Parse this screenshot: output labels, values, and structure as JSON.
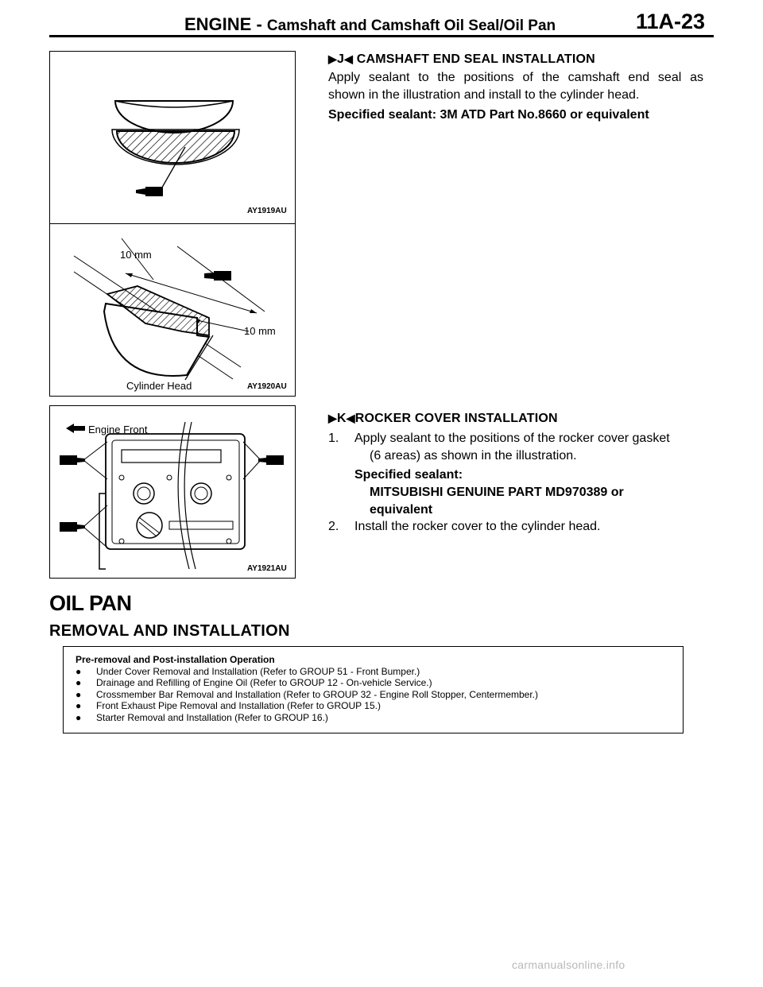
{
  "header": {
    "title_main": "ENGINE",
    "title_sep": " - ",
    "title_sub": "Camshaft and Camshaft Oil Seal/Oil Pan",
    "page_number": "11A-23"
  },
  "figures": {
    "fig1_code": "AY1919AU",
    "fig2_code": "AY1920AU",
    "fig2_dim_top": "10 mm",
    "fig2_dim_right": "10 mm",
    "fig2_label": "Cylinder Head",
    "fig3_code": "AY1921AU",
    "fig3_label": "Engine Front"
  },
  "section_j": {
    "marker": "J",
    "title": "CAMSHAFT END SEAL INSTALLATION",
    "line1": "Apply sealant to the positions of the camshaft end seal as",
    "line2": "shown in the illustration and install to the cylinder head.",
    "spec": "Specified sealant: 3M ATD Part No.8660 or equivalent"
  },
  "section_k": {
    "marker": "K",
    "title": "ROCKER COVER INSTALLATION",
    "step1_num": "1.",
    "step1_line1": "Apply sealant to the positions of the rocker cover gasket",
    "step1_line2": "(6 areas) as shown in the illustration.",
    "spec_label": "Specified sealant:",
    "spec_line1": "MITSUBISHI GENUINE PART MD970389 or",
    "spec_line2": "equivalent",
    "step2_num": "2.",
    "step2_text": "Install the rocker cover to the cylinder head."
  },
  "oil_pan": {
    "title": "OIL PAN",
    "subtitle": "REMOVAL AND INSTALLATION"
  },
  "infobox": {
    "heading": "Pre-removal and Post-installation Operation",
    "bullet_glyph": "●",
    "items": [
      "Under Cover Removal and Installation (Refer to GROUP 51 - Front Bumper.)",
      "Drainage and Refilling of Engine Oil (Refer to GROUP 12 - On-vehicle Service.)",
      "Crossmember Bar Removal and Installation (Refer to GROUP 32 - Engine Roll Stopper, Centermember.)",
      "Front Exhaust Pipe Removal and Installation (Refer to GROUP 15.)",
      "Starter Removal and Installation (Refer to GROUP 16.)"
    ]
  },
  "watermark": "carmanualsonline.info"
}
